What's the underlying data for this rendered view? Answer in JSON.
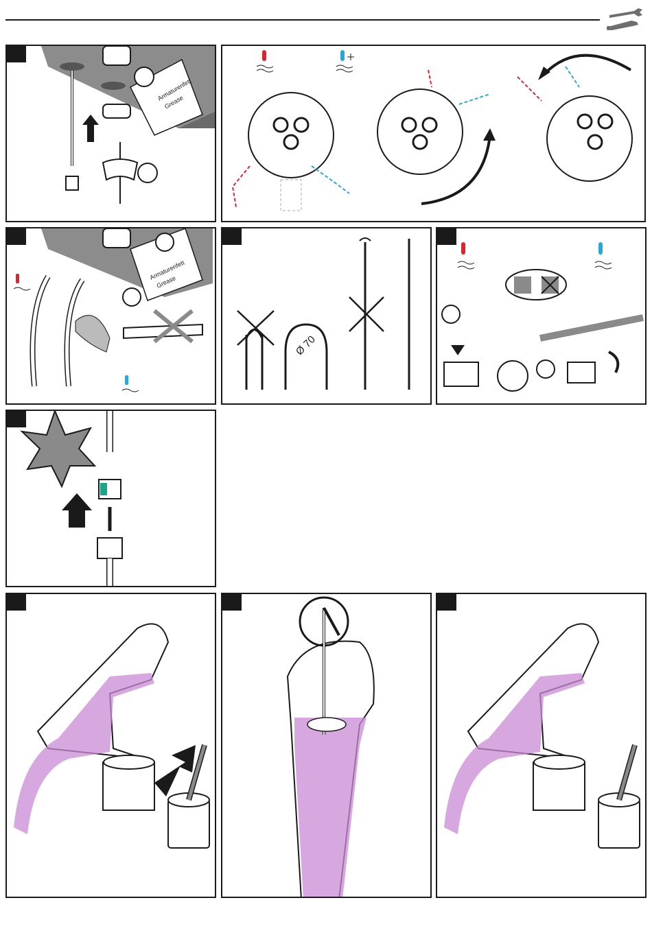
{
  "header": {
    "icon": "wrench-screwdriver-icon"
  },
  "panels": {
    "p1": {
      "label_line1": "Armaturenfett",
      "label_line2": "Grease"
    },
    "p3": {
      "label_line1": "Armaturenfett",
      "label_line2": "Grease"
    },
    "p4": {
      "dimension": "Ø 70"
    }
  },
  "colors": {
    "hot": "#d7262e",
    "cold": "#2aa7d6",
    "flow": "#c98ad6",
    "frame": "#1a1a1a",
    "gray": "#8a8a8a"
  }
}
